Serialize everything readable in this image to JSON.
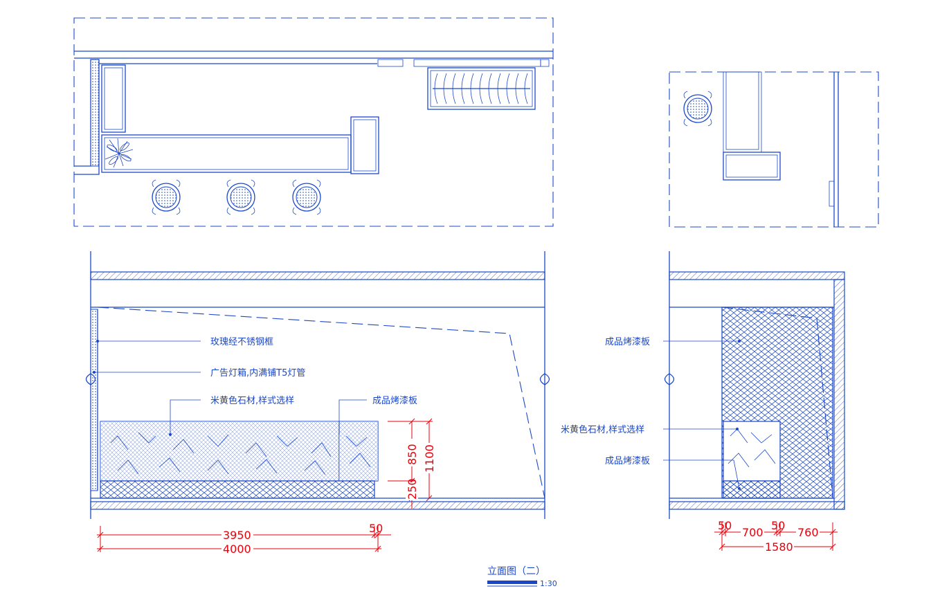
{
  "annotations": {
    "rose_gold_frame": "玫瑰经不锈钢框",
    "light_box": "广告灯箱,内满铺T5灯管",
    "stone_left": "米黄色石材,样式选样",
    "paint_board_left": "成品烤漆板",
    "paint_board_right_top": "成品烤漆板",
    "stone_right": "米黄色石材,样式选样",
    "paint_board_right_bottom": "成品烤漆板"
  },
  "dimensions": {
    "left_elev": {
      "d3950": "3950",
      "d50": "50",
      "d4000": "4000",
      "d850": "850",
      "d1100": "1100",
      "d250": "250"
    },
    "right_elev": {
      "d50a": "50",
      "d700": "700",
      "d50b": "50",
      "d760": "760",
      "d1580": "1580"
    }
  },
  "title": {
    "text": "立面图（二）",
    "scale": "1:30"
  },
  "colors": {
    "line": "#1a47c8",
    "dimension": "#e8000b",
    "background": "#ffffff"
  }
}
